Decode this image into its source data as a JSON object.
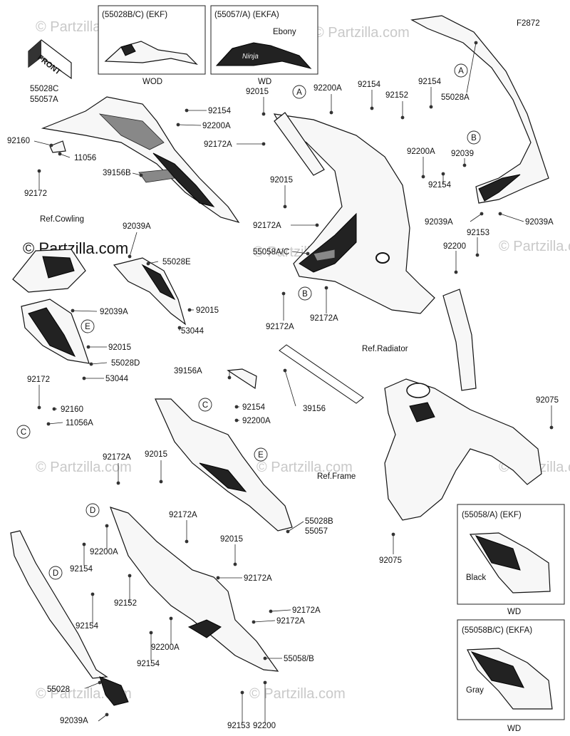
{
  "diagram_id": "F2872",
  "watermark": "© Partzilla.com",
  "front_label": "FRONT",
  "insets": {
    "wod": {
      "header": "(55028B/C)   (EKF)",
      "caption": "WOD"
    },
    "wd": {
      "header": "(55057/A)   (EKFA)",
      "note": "Ebony",
      "caption": "WD"
    },
    "black": {
      "header": "(55058/A)   (EKF)",
      "note": "Black",
      "caption": "WD"
    },
    "gray": {
      "header": "(55058B/C)  (EKFA)",
      "note": "Gray",
      "caption": "WD"
    }
  },
  "refs": {
    "cowling": "Ref.Cowling",
    "radiator": "Ref.Radiator",
    "frame": "Ref.Frame"
  },
  "callouts": [
    "A",
    "B",
    "C",
    "D",
    "E"
  ],
  "labels": [
    "55028C",
    "55057A",
    "92160",
    "11056",
    "92172",
    "39156B",
    "92154",
    "92200A",
    "92015",
    "92172A",
    "92200A",
    "92154",
    "92152",
    "92154",
    "55028A",
    "92039",
    "92200A",
    "92154",
    "92039A",
    "92039A",
    "92015",
    "92172A",
    "92153",
    "55058A/C",
    "92200",
    "92172A",
    "92172A",
    "92039A",
    "55028E",
    "92039A",
    "92015",
    "53044",
    "92015",
    "55028D",
    "53044",
    "92172",
    "92160",
    "11056A",
    "39156A",
    "92154",
    "92200A",
    "39156",
    "92172A",
    "92015",
    "92172A",
    "92200A",
    "92154",
    "92152",
    "92154",
    "55028B",
    "55057",
    "92015",
    "92172A",
    "92172A",
    "92172A",
    "92200A",
    "92154",
    "55058/B",
    "55028",
    "92039A",
    "92153",
    "92200",
    "92075",
    "92075"
  ]
}
